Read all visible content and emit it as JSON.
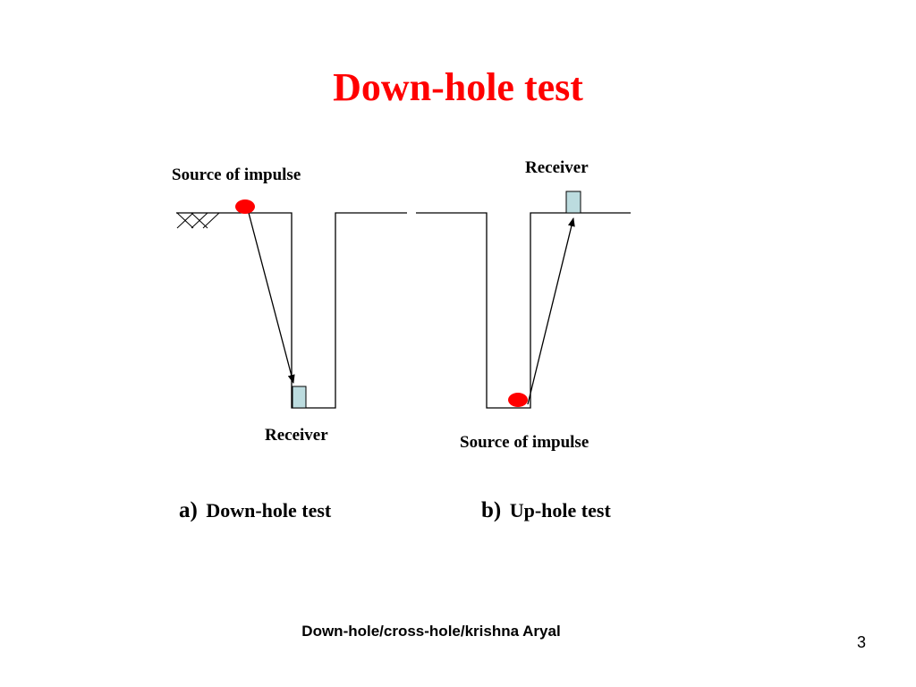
{
  "slide": {
    "title": "Down-hole test",
    "footer": "Down-hole/cross-hole/krishna Aryal",
    "page_number": "3"
  },
  "diagram_a": {
    "source_label": "Source of impulse",
    "receiver_label": "Receiver",
    "caption_letter": "a)",
    "caption_text": "Down-hole test"
  },
  "diagram_b": {
    "receiver_label": "Receiver",
    "source_label": "Source of impulse",
    "caption_letter": "b)",
    "caption_text": "Up-hole test"
  },
  "colors": {
    "title": "#ff0000",
    "source_dot": "#ff0000",
    "receiver_box": "#bcdcdf"
  }
}
